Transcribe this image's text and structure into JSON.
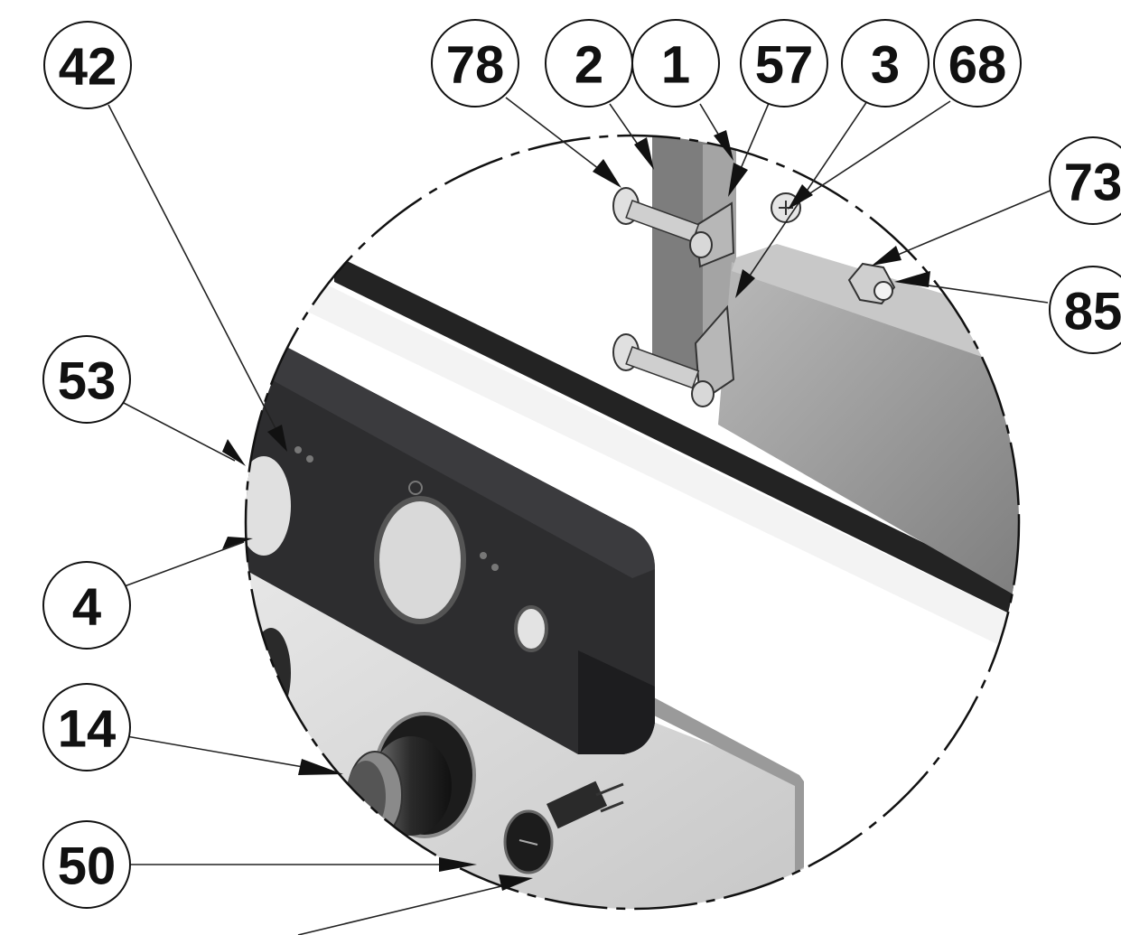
{
  "balloons": {
    "b42": "42",
    "b78": "78",
    "b2": "2",
    "b1": "1",
    "b57": "57",
    "b3": "3",
    "b68": "68",
    "b73": "73",
    "b85": "85",
    "b53": "53",
    "b4": "4",
    "b14": "14",
    "b50": "50"
  },
  "colors": {
    "panel_dark": "#2d2d2f",
    "panel_light": "#d6d6d6",
    "metal": "#8d8d8d",
    "background": "#ffffff"
  }
}
